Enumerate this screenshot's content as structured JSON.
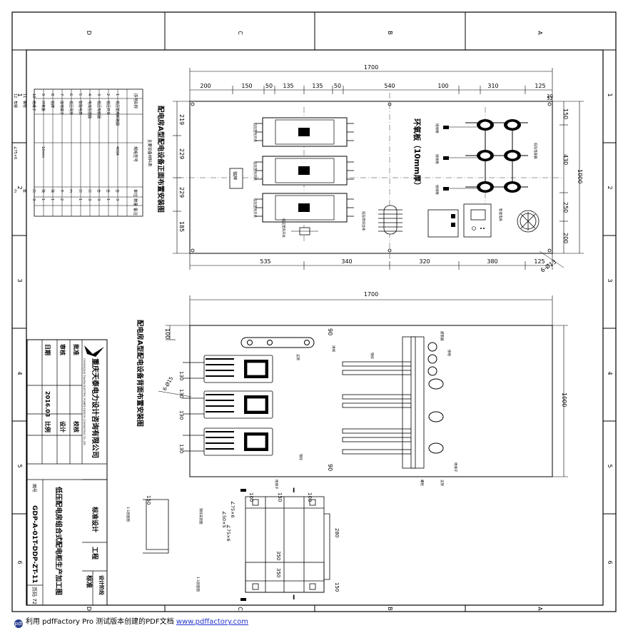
{
  "border": {
    "top_zones": [
      "D",
      "C",
      "B",
      "A"
    ],
    "bottom_zones": [
      "D",
      "C",
      "B",
      "A"
    ],
    "left_rows": [
      "1",
      "2",
      "3",
      "4",
      "5",
      "6"
    ],
    "right_rows": [
      "1",
      "2",
      "3",
      "4",
      "5",
      "6"
    ]
  },
  "front_view": {
    "title": "配电房A型配电设备正面布置安装图",
    "total_width": "1700",
    "top_dims": [
      "200",
      "150",
      "50",
      "135",
      "135",
      "50",
      "540",
      "100",
      "310",
      "125"
    ],
    "bottom_dims": [
      "535",
      "340",
      "320",
      "380",
      "125"
    ],
    "left_dims": [
      "219",
      "229",
      "229",
      "185"
    ],
    "right_dims": [
      "150",
      "430",
      "250",
      "200"
    ],
    "total_height": "1000",
    "small_dims": [
      "30",
      "32"
    ],
    "hole": "6-Ø13",
    "plate_label": "环氧板（10mm厚）",
    "nameplate": "铭牌",
    "breaker_label": "低压塑壳开关",
    "small_switch": "低压塑壳开关",
    "terminal": "接地端子",
    "meter": "智能电表",
    "busbar": "低压母排出线",
    "capacitor_label": "低压电容器",
    "lug": "接线端"
  },
  "back_view": {
    "title": "配电房A型配电设备背面布置安装图",
    "total_width": "1700",
    "total_height": "1000",
    "dim_100": "100",
    "dim_90_top": "90",
    "dim_90_bot": "90",
    "dims_130": [
      "130",
      "130",
      "130",
      "130"
    ],
    "hole": "6-Ø15",
    "copper_bar": "铜排",
    "ground": "接地",
    "insulator": "绝缘子",
    "bolt": "螺栓",
    "side_label": "进线",
    "support": "支架",
    "arrester": "避雷器"
  },
  "detail": {
    "label_left": "1-1剖面图",
    "label_mid": "铜排安装图",
    "label_right": "1-1剖面图",
    "dims": [
      "150",
      "100",
      "150",
      "100",
      "350",
      "350",
      "280",
      "150"
    ],
    "notes": [
      "∠75×6",
      "∠50×5",
      "∠75×6"
    ],
    "section_mark": "I"
  },
  "materials": {
    "title": "主要设备材料表",
    "headers": [
      "序号",
      "名称",
      "规格型号",
      "单位",
      "数量",
      "备注"
    ],
    "rows": [
      [
        "1",
        "低压塑壳断路器",
        "400A",
        "台",
        "3",
        ""
      ],
      [
        "2",
        "低压开关",
        "",
        "台",
        "1",
        ""
      ],
      [
        "3",
        "低压电容器",
        "",
        "台",
        "3",
        ""
      ],
      [
        "4",
        "电流互感器",
        "",
        "只",
        "3",
        ""
      ],
      [
        "5",
        "智能电表",
        "",
        "只",
        "1",
        ""
      ],
      [
        "6",
        "低压母排",
        "",
        "m",
        "",
        ""
      ],
      [
        "7",
        "接地端子",
        "",
        "个",
        "2",
        ""
      ],
      [
        "8",
        "铭牌",
        "",
        "块",
        "1",
        ""
      ],
      [
        "9",
        "环氧板",
        "10mm",
        "块",
        "1",
        ""
      ],
      [
        "10",
        "绝缘子",
        "",
        "只",
        "3",
        ""
      ],
      [
        "11",
        "螺栓",
        "",
        "套",
        "",
        ""
      ],
      [
        "12",
        "角钢",
        "∠75×6",
        "m",
        "",
        ""
      ]
    ]
  },
  "title_block": {
    "company": "重庆天泰电力设计咨询有限公司",
    "company_en": "CHONGQING TIANTAI ELECTRIC POWER DESIGN CONSULTING CO.,LTD",
    "approve": "批准",
    "review": "审核",
    "verify": "校核",
    "design": "设计",
    "date_label": "日期",
    "date": "2016.03",
    "scale_label": "比例",
    "drawing_title": "低压配电房组合式配电柜生产加工图",
    "drawing_no_label": "图号",
    "drawing_no": "GDP-A-01T-DDP-ZT-11",
    "standard": "标准设计",
    "project": "工程",
    "stage_label": "设计阶段",
    "stage": "标准",
    "sheet": "页码 72"
  },
  "footer": {
    "logo": "pdf",
    "text": "利用 pdfFactory Pro 测试版本创建的PDF文档",
    "link": "www.pdffactory.com"
  }
}
